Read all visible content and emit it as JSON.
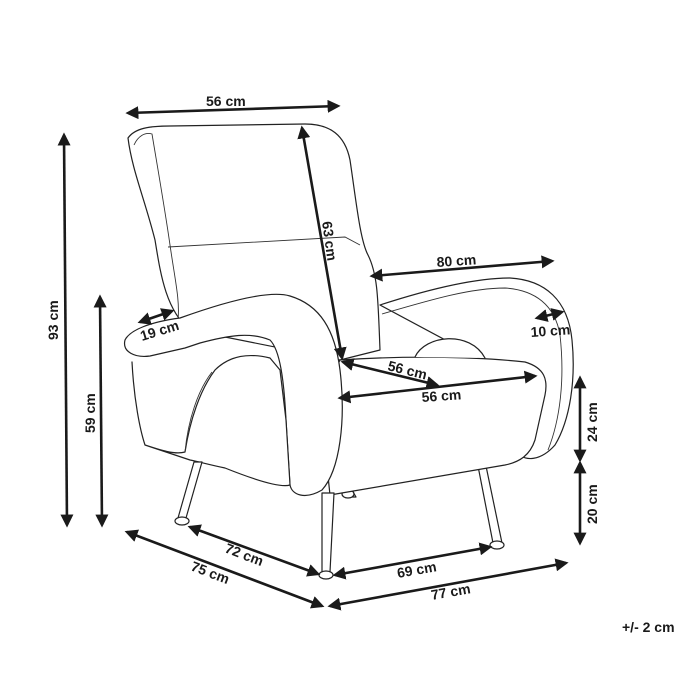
{
  "diagram": {
    "subject": "armchair dimension drawing",
    "tolerance": "+/- 2 cm",
    "dimensions": {
      "backrest_width": "56 cm",
      "backrest_height": "63 cm",
      "total_height": "93 cm",
      "armrest_height": "59 cm",
      "armrest_width": "19 cm",
      "armrest_length": "80 cm",
      "armrest_thickness": "10 cm",
      "seat_depth": "56 cm",
      "seat_width": "56 cm",
      "seat_cushion_height": "24 cm",
      "seat_clearance_height": "20 cm",
      "leg_span_depth": "72 cm",
      "total_depth": "75 cm",
      "leg_span_width": "69 cm",
      "total_width": "77 cm"
    },
    "colors": {
      "line": "#1a1a1a",
      "background": "#ffffff"
    }
  }
}
